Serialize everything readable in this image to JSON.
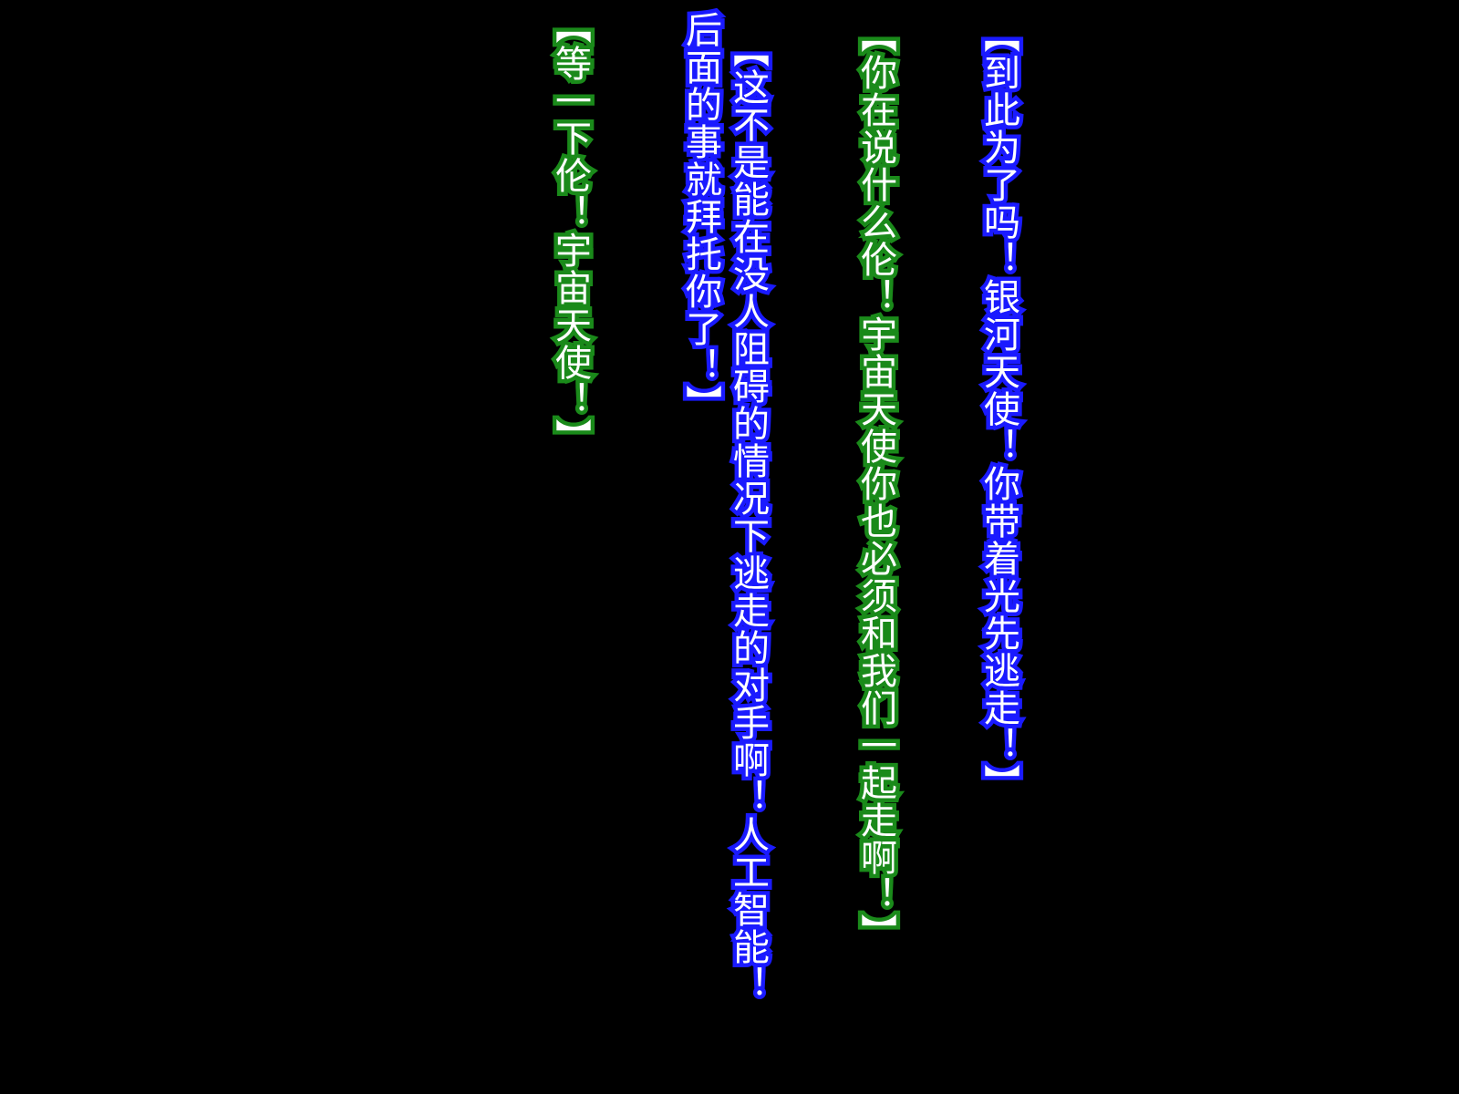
{
  "dialogue": {
    "lines": [
      {
        "text": "【到此为了吗！银河天使！你带着光先逃走！】",
        "outline": "blue"
      },
      {
        "text": "【你在说什么伦！宇宙天使你也必须和我们一起走啊！】",
        "outline": "green"
      },
      {
        "text": "【这不是能在没人阻碍的情况下逃走的对手啊！人工智能！",
        "outline": "blue"
      },
      {
        "text": "后面的事就拜托你了！】",
        "outline": "blue"
      },
      {
        "text": "【等一下伦！宇宙天使！】",
        "outline": "green"
      }
    ]
  },
  "colors": {
    "background": "#000000",
    "text": "#ffffff",
    "outline_blue": "#1a1aff",
    "outline_green": "#1a8a1a"
  }
}
